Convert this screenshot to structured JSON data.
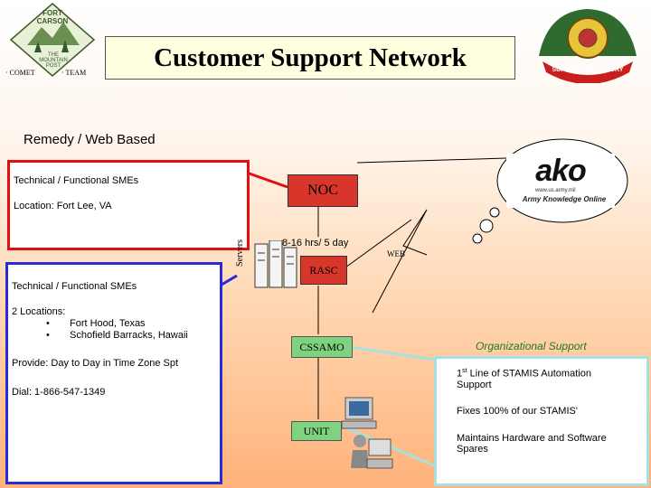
{
  "header": {
    "title": "Customer Support Network",
    "left_logo": {
      "top_text": "FORT CARSON",
      "middle_text": "THE MOUNTAIN POST",
      "left_caption": "· COMET",
      "right_caption": "· TEAM"
    },
    "right_logo": {
      "ribbon_text": "SUPPORTING VICTORY"
    }
  },
  "subtitle": "Remedy / Web Based",
  "red_box": {
    "line1": "Technical / Functional SMEs",
    "line2": "Location:  Fort Lee, VA"
  },
  "blue_box": {
    "line1": "Technical / Functional SMEs",
    "locations_label": "2 Locations:",
    "locations": [
      "Fort Hood, Texas",
      "Schofield Barracks, Hawaii"
    ],
    "provide": "Provide:  Day to Day in Time Zone Spt",
    "dial": "Dial: 1-866-547-1349"
  },
  "nodes": {
    "noc": "NOC",
    "hours": "8-16 hrs/ 5 day",
    "servers": "Servers",
    "rasc": "RASC",
    "cssamo": "CSSAMO",
    "unit": "UNIT",
    "web": "WEB"
  },
  "ako": {
    "logo": "ako",
    "url": "www.us.army.mil",
    "tagline": "Army Knowledge Online"
  },
  "org_support": {
    "heading": "Organizational Support",
    "item1": "1st Line of STAMIS Automation Support",
    "item2": "Fixes 100% of our STAMIS'",
    "item3": "Maintains Hardware and Software Spares"
  },
  "colors": {
    "red": "#e01010",
    "blue": "#2a2ad8",
    "teal": "#a8e0e0",
    "node_red": "#d8352b",
    "node_green": "#7fd27f",
    "org_heading": "#1f7a1f"
  }
}
